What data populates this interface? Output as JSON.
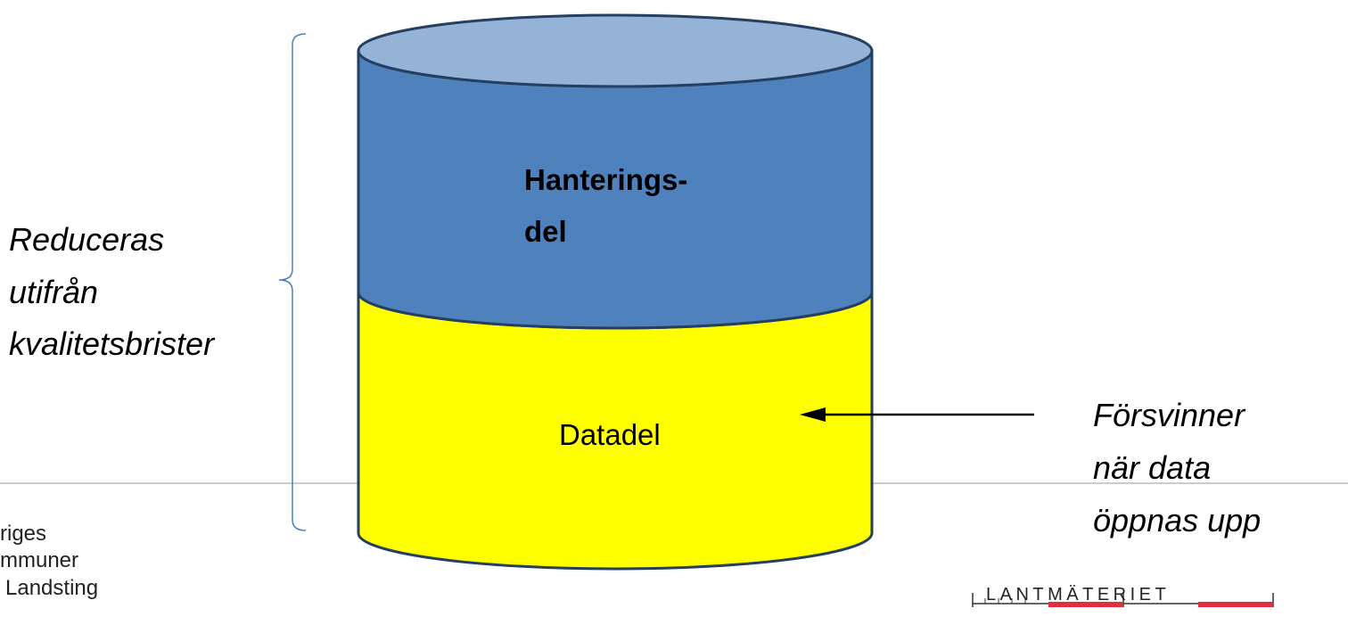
{
  "diagram": {
    "top_section_label": [
      "Hanterings-",
      "del"
    ],
    "bottom_section_label": "Datadel",
    "left_annotation": [
      "Reduceras",
      "utifrån",
      "kvalitetsbrister"
    ],
    "right_annotation": [
      "Försvinner",
      "när data",
      "öppnas upp"
    ]
  },
  "logos": {
    "left_org_text": [
      "riges",
      "mmuner",
      "n Landsting"
    ],
    "right_org_text": "LANTMÄTERIET"
  },
  "colors": {
    "top_fill": "#4F81BD",
    "top_ellipse": "#95B3D7",
    "bottom_fill": "#FFFF00",
    "outline": "#243F60",
    "brace": "#4A7EBB",
    "logo_red": "#E03040"
  }
}
